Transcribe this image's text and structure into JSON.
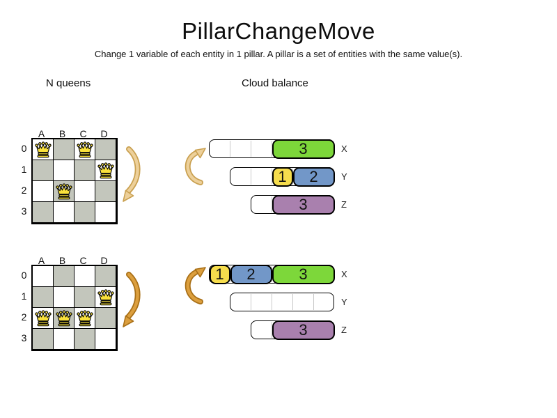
{
  "title": "PillarChangeMove",
  "subtitle": "Change 1 variable of each entity in 1 pillar. A pillar is a set of entities with the same value(s).",
  "sections": {
    "left_label": "N queens",
    "right_label": "Cloud balance"
  },
  "colors": {
    "board_dark": "#c3c6bc",
    "green": "#7dd73a",
    "yellow": "#f6dd4d",
    "blue": "#7297c8",
    "purple": "#a980ae",
    "queen_fill": "#f9e13c",
    "arrow_light_fill": "#edd09a",
    "arrow_light_edge": "#c9a050",
    "arrow_dark_fill": "#dc9f3e",
    "arrow_dark_edge": "#a86f16"
  },
  "boards": [
    {
      "id": "before",
      "columns": [
        "A",
        "B",
        "C",
        "D"
      ],
      "rows": [
        "0",
        "1",
        "2",
        "3"
      ],
      "queens": [
        {
          "col": "A",
          "row": "0"
        },
        {
          "col": "C",
          "row": "0"
        },
        {
          "col": "D",
          "row": "1"
        },
        {
          "col": "B",
          "row": "2"
        }
      ]
    },
    {
      "id": "after",
      "columns": [
        "A",
        "B",
        "C",
        "D"
      ],
      "rows": [
        "0",
        "1",
        "2",
        "3"
      ],
      "queens": [
        {
          "col": "D",
          "row": "1"
        },
        {
          "col": "A",
          "row": "2"
        },
        {
          "col": "B",
          "row": "2"
        },
        {
          "col": "C",
          "row": "2"
        }
      ]
    }
  ],
  "cloud_states": [
    {
      "id": "before",
      "bars": [
        {
          "label": "X",
          "capacity": 6,
          "segments": [
            {
              "value": "3",
              "size": 3,
              "color": "green"
            }
          ]
        },
        {
          "label": "Y",
          "capacity": 5,
          "segments": [
            {
              "value": "1",
              "size": 1,
              "color": "yellow"
            },
            {
              "value": "2",
              "size": 2,
              "color": "blue"
            }
          ]
        },
        {
          "label": "Z",
          "capacity": 4,
          "segments": [
            {
              "value": "3",
              "size": 3,
              "color": "purple"
            }
          ]
        }
      ]
    },
    {
      "id": "after",
      "bars": [
        {
          "label": "X",
          "capacity": 6,
          "segments": [
            {
              "value": "1",
              "size": 1,
              "color": "yellow"
            },
            {
              "value": "2",
              "size": 2,
              "color": "blue"
            },
            {
              "value": "3",
              "size": 3,
              "color": "green"
            }
          ]
        },
        {
          "label": "Y",
          "capacity": 5,
          "segments": []
        },
        {
          "label": "Z",
          "capacity": 4,
          "segments": [
            {
              "value": "3",
              "size": 3,
              "color": "purple"
            }
          ]
        }
      ]
    }
  ]
}
